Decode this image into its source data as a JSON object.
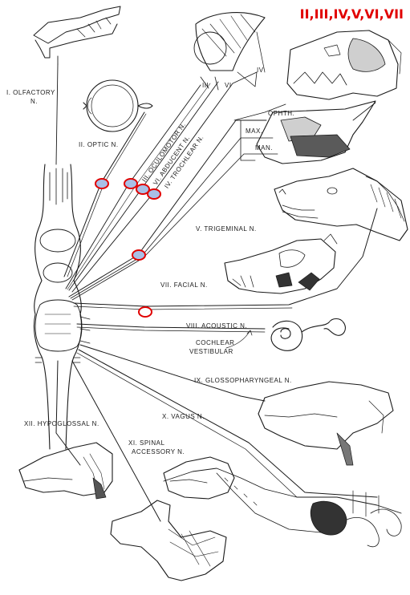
{
  "headline": "II,III,IV,V,VI,VII",
  "colors": {
    "highlight_text": "#e10000",
    "marker_fill": "#a9bfe6",
    "marker_stroke": "#e00000",
    "ink": "#1a1a1a"
  },
  "nerves": {
    "olfactory": "I. OLFACTORY",
    "olfactory_suffix": "N.",
    "optic": "II. OPTIC N.",
    "oculomotor": "III. OCULOMOTOR N.",
    "abducent": "VI. ABDUCENT N.",
    "trochlear": "IV. TROCHLEAR N.",
    "trigeminal": "V. TRIGEMINAL N.",
    "facial": "VII. FACIAL N.",
    "acoustic": "VIII. ACOUSTIC N.",
    "glossopharyngeal": "IX. GLOSSOPHARYNGEAL N.",
    "vagus": "X. VAGUS N.",
    "hypoglossal": "XII. HYPOGLOSSAL N.",
    "spinal": "XI. SPINAL",
    "accessory": "ACCESSORY N."
  },
  "sublabels": {
    "eye_iii": "III",
    "eye_vi": "VI",
    "eye_iv": "IV",
    "ophth": "OPHTH.",
    "max": "MAX.",
    "man": "MAN.",
    "cochlear": "COCHLEAR",
    "vestibular": "VESTIBULAR"
  },
  "markers": [
    {
      "name": "marker-optic"
    },
    {
      "name": "marker-oculomotor"
    },
    {
      "name": "marker-abducent"
    },
    {
      "name": "marker-trochlear"
    },
    {
      "name": "marker-trigeminal"
    },
    {
      "name": "marker-facial"
    }
  ]
}
